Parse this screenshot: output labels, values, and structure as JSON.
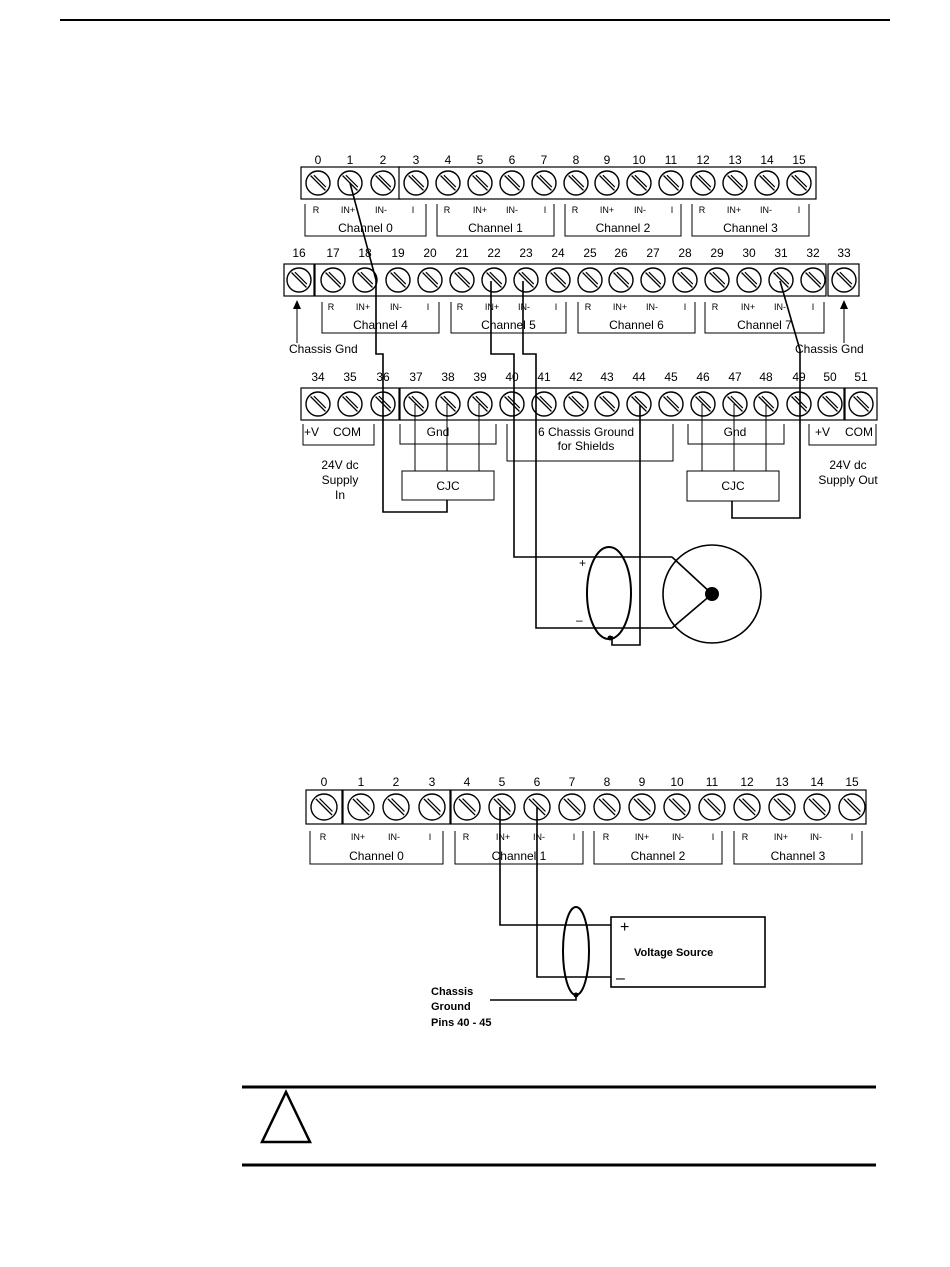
{
  "diagram1": {
    "row1": {
      "numbers": [
        "0",
        "1",
        "2",
        "3",
        "4",
        "5",
        "6",
        "7",
        "8",
        "9",
        "10",
        "11",
        "12",
        "13",
        "14",
        "15"
      ],
      "sub_labels": [
        "R",
        "IN+",
        "IN-",
        "I",
        "R",
        "IN+",
        "IN-",
        "I",
        "R",
        "IN+",
        "IN-",
        "I",
        "R",
        "IN+",
        "IN-",
        "I"
      ],
      "channels": [
        "Channel 0",
        "Channel 1",
        "Channel 2",
        "Channel 3"
      ]
    },
    "row2": {
      "numbers": [
        "16",
        "17",
        "18",
        "19",
        "20",
        "21",
        "22",
        "23",
        "24",
        "25",
        "26",
        "27",
        "28",
        "29",
        "30",
        "31",
        "32",
        "33"
      ],
      "sub_labels": [
        "R",
        "IN+",
        "IN-",
        "I",
        "R",
        "IN+",
        "IN-",
        "I",
        "R",
        "IN+",
        "IN-",
        "I",
        "R",
        "IN+",
        "IN-",
        "I"
      ],
      "channels": [
        "Channel 4",
        "Channel 5",
        "Channel 6",
        "Channel 7"
      ],
      "chassis_left": "Chassis Gnd",
      "chassis_right": "Chassis Gnd"
    },
    "row3": {
      "numbers": [
        "34",
        "35",
        "36",
        "37",
        "38",
        "39",
        "40",
        "41",
        "42",
        "43",
        "44",
        "45",
        "46",
        "47",
        "48",
        "49",
        "50",
        "51"
      ],
      "left_v": "+V",
      "left_com": "COM",
      "gnd_left": "Gnd",
      "shield_line1": "6 Chassis Ground",
      "shield_line2": "for Shields",
      "gnd_right": "Gnd",
      "right_v": "+V",
      "right_com": "COM",
      "supply_in": [
        "24V dc",
        "Supply",
        "In"
      ],
      "supply_out": [
        "24V dc",
        "Supply  Out"
      ],
      "cjc_left": "CJC",
      "cjc_right": "CJC"
    },
    "sensor": {
      "plus": "+",
      "minus": "–"
    }
  },
  "diagram2": {
    "numbers": [
      "0",
      "1",
      "2",
      "3",
      "4",
      "5",
      "6",
      "7",
      "8",
      "9",
      "10",
      "11",
      "12",
      "13",
      "14",
      "15"
    ],
    "sub_labels": [
      "R",
      "IN+",
      "IN-",
      "I",
      "R",
      "IN+",
      "IN-",
      "I",
      "R",
      "IN+",
      "IN-",
      "I",
      "R",
      "IN+",
      "IN-",
      "I"
    ],
    "channels": [
      "Channel 0",
      "Channel 1",
      "Channel 2",
      "Channel 3"
    ],
    "source_label": "Voltage Source",
    "plus": "+",
    "minus": "–",
    "ground_note": [
      "Chassis",
      "Ground",
      "Pins 40 - 45"
    ]
  },
  "warning": {
    "icon": "warning-triangle-icon"
  }
}
